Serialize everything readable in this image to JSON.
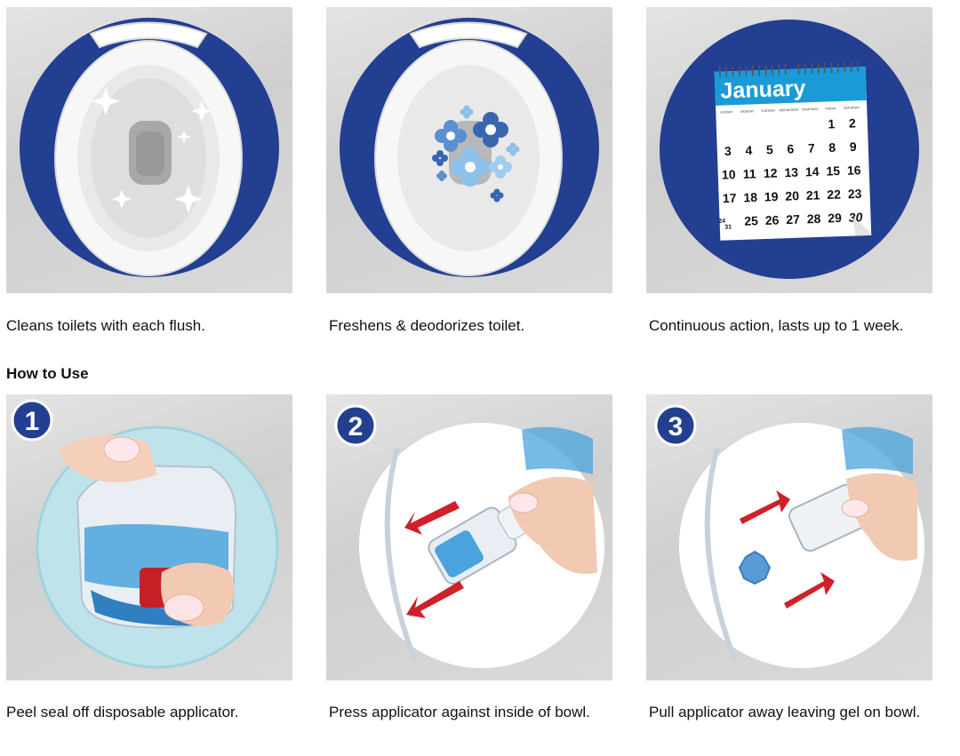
{
  "features": [
    {
      "caption": "Cleans toilets with each flush.",
      "icon": "sparkling-toilet-icon"
    },
    {
      "caption": "Freshens & deodorizes toilet.",
      "icon": "flower-toilet-icon"
    },
    {
      "caption": "Continuous action, lasts up to 1 week.",
      "icon": "calendar-icon"
    }
  ],
  "calendar": {
    "month": "January",
    "weekdays": [
      "SUNDAY",
      "MONDAY",
      "TUESDAY",
      "WEDNESDAY",
      "THURSDAY",
      "FRIDAY",
      "SATURDAY"
    ],
    "rows": [
      [
        "",
        "",
        "",
        "",
        "",
        "1",
        "2"
      ],
      [
        "3",
        "4",
        "5",
        "6",
        "7",
        "8",
        "9"
      ],
      [
        "10",
        "11",
        "12",
        "13",
        "14",
        "15",
        "16"
      ],
      [
        "17",
        "18",
        "19",
        "20",
        "21",
        "22",
        "23"
      ],
      [
        "24/31",
        "25",
        "26",
        "27",
        "28",
        "29",
        "30"
      ]
    ]
  },
  "how_to_use": {
    "heading": "How to Use",
    "steps": [
      {
        "number": "1",
        "caption": "Peel seal off disposable applicator."
      },
      {
        "number": "2",
        "caption": "Press applicator against inside of bowl."
      },
      {
        "number": "3",
        "caption": "Pull applicator away leaving gel on bowl."
      }
    ]
  },
  "colors": {
    "brand_blue": "#233f91",
    "calendar_blue": "#1a9bd8",
    "arrow_red": "#d0202a",
    "gel_blue": "#4aa3dc"
  }
}
